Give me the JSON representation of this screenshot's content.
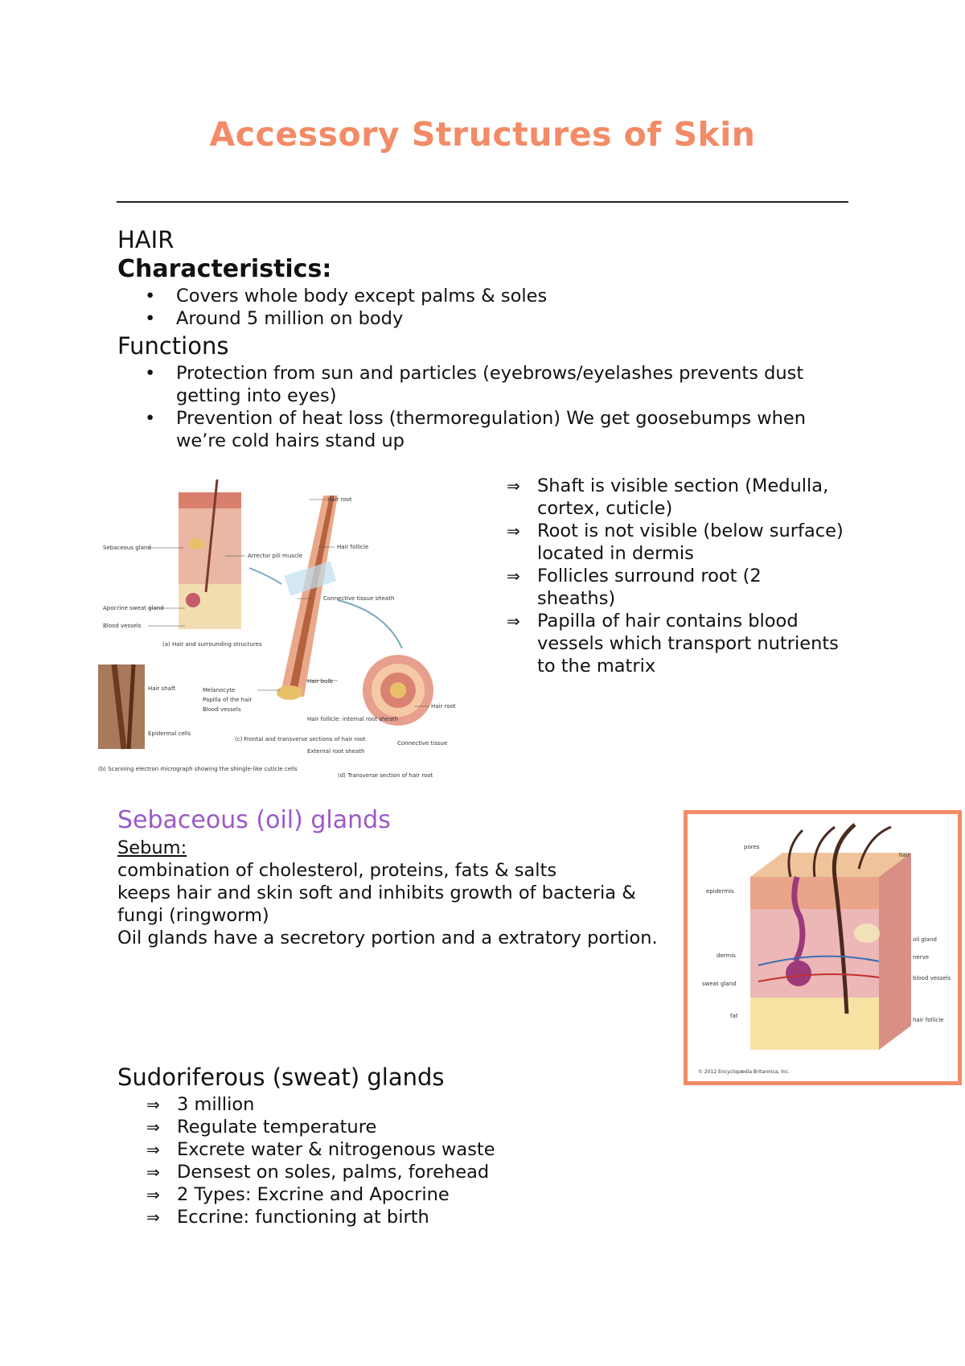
{
  "title": "Accessory Structures of Skin",
  "hair": {
    "heading": "HAIR",
    "characteristics_heading": "Characteristics:",
    "characteristics": [
      "Covers whole body except palms & soles",
      "Around 5 million on body"
    ],
    "functions_heading": "Functions",
    "functions": [
      "Protection from sun and particles (eyebrows/eyelashes prevents dust getting into eyes)",
      "Prevention of heat loss (thermoregulation) We get goosebumps when we’re cold hairs stand up"
    ],
    "structure_notes": [
      "Shaft is visible section (Medulla, cortex, cuticle)",
      "Root is not visible (below surface) located in dermis",
      "Follicles surround root (2 sheaths)",
      "Papilla of hair contains blood vessels which transport nutrients to the matrix"
    ],
    "figure_labels": {
      "hair_root": "Hair root",
      "sebaceous_gland": "Sebaceous gland",
      "arrector_pili": "Arrector pili muscle",
      "hair_follicle": "Hair follicle",
      "apocrine": "Apocrine sweat gland",
      "blood_vessels": "Blood vessels",
      "connective": "Connective tissue sheath",
      "caption_a": "(a) Hair and surrounding structures",
      "hair_shaft": "Hair shaft",
      "epidermal": "Epidermal cells",
      "melanocyte": "Melanocyte",
      "papilla": "Papilla of the hair",
      "blood_vessel": "Blood vessels",
      "hair_bulb": "Hair bulb",
      "hair_root2": "Hair root",
      "caption_c": "(c) Frontal and transverse sections of hair root",
      "internal": "Hair follicle: internal root sheath",
      "external": "External root sheath",
      "ct": "Connective tissue",
      "caption_d": "(d) Transverse section of hair root",
      "caption_b": "(b) Scanning electron micrograph showing the shingle-like cuticle cells"
    }
  },
  "sebaceous": {
    "heading": "Sebaceous (oil) glands",
    "sebum_label": "Sebum:",
    "lines": [
      "combination of cholesterol, proteins, fats & salts",
      "keeps hair and skin soft and inhibits growth of bacteria & fungi (ringworm)",
      "Oil glands have a secretory portion and a extratory portion."
    ],
    "figure_labels": {
      "pores": "pores",
      "hair": "hair",
      "epidermis": "epidermis",
      "oil_gland": "oil gland",
      "nerve": "nerve",
      "dermis": "dermis",
      "sweat_gland": "sweat gland",
      "blood_vessels": "blood vessels",
      "fat": "fat",
      "hair_follicle": "hair follicle",
      "copyright": "© 2012 Encyclopædia Britannica, Inc."
    }
  },
  "sweat": {
    "heading": "Sudoriferous (sweat) glands",
    "items": [
      "3 million",
      "Regulate temperature",
      "Excrete water & nitrogenous waste",
      "Densest on soles, palms, forehead",
      "2 Types: Excrine and Apocrine",
      "Eccrine: functioning at birth"
    ]
  },
  "colors": {
    "title": "#f28b66",
    "sebaceous_heading": "#9b59c7",
    "figure_border": "#f28b66"
  }
}
